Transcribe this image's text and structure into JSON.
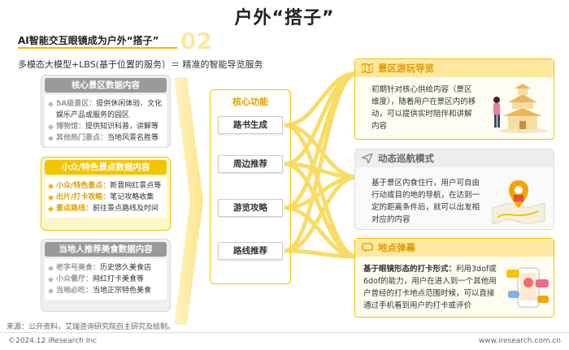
{
  "page": {
    "title": "户外“搭子”",
    "subtitle": "AI智能交互眼镜成为户外“搭子”",
    "deco_number": "02",
    "formula": "多模态大模型+LBS(基于位置的服务）＝ 精准的智能导览服务"
  },
  "left_panels": [
    {
      "heading": "核心景区数据内容",
      "style": "gray",
      "items": [
        {
          "key": "5A级景区：",
          "value": "提供休闲体验、文化娱乐产品或服务的园区"
        },
        {
          "key": "博物馆：",
          "value": "提供知识科普，讲解等"
        },
        {
          "key": "其他热门景点：",
          "value": "当地风景名胜等"
        }
      ]
    },
    {
      "heading": "小众/特色景点数据内容",
      "style": "yellow",
      "items": [
        {
          "key": "小众/特色景点：",
          "value": "新晋网红景点等"
        },
        {
          "key": "出片/打卡攻略：",
          "value": "笔记攻略收集"
        },
        {
          "key": "景点路线：",
          "value": "前往景点路线及时间"
        }
      ]
    },
    {
      "heading": "当地人推荐美食数据内容",
      "style": "gray",
      "items": [
        {
          "key": "老字号美食：",
          "value": "历史悠久美食店"
        },
        {
          "key": "小众餐厅：",
          "value": "网红打卡美食等"
        },
        {
          "key": "当地必吃：",
          "value": "当地正宗特色美食"
        }
      ]
    }
  ],
  "core": {
    "title": "核心功能",
    "buttons": [
      "路书生成",
      "周边推荐",
      "游览攻略",
      "路线推荐"
    ]
  },
  "right_cards": [
    {
      "title": "景区游玩导览",
      "icon": "map-icon",
      "text": "初期针对核心供给内容（景区维度），随着用户在景区内的移动，可以提供实时陪伴和讲解内容"
    },
    {
      "title": "动态巡航模式",
      "icon": "navigation-arrow-icon",
      "text": "基于景区内食住行，用户可自由行动或目的地的导航，在达到一定的距离条件后，就可以出发相对应的内容"
    },
    {
      "title": "地点弹幕",
      "icon": "chat-bubble-icon",
      "text_bold": "基于眼镜形态的打卡形式：",
      "text": "利用3dof或6dof的能力，用户在进入到一个其他用户曾经的打卡地点范围时候，可以直接通过手机看到用户的打卡或评价"
    }
  ],
  "footer": {
    "source": "来源：公开资料，艾瑞咨询研究院自主研究及绘制。",
    "copyright": "©2024.12 iResearch Inc",
    "website": "www.iresearch.com.cn"
  },
  "colors": {
    "accent": "#f5c400",
    "accent_dark": "#e0a100",
    "gray_head": "#9a9a9a"
  }
}
